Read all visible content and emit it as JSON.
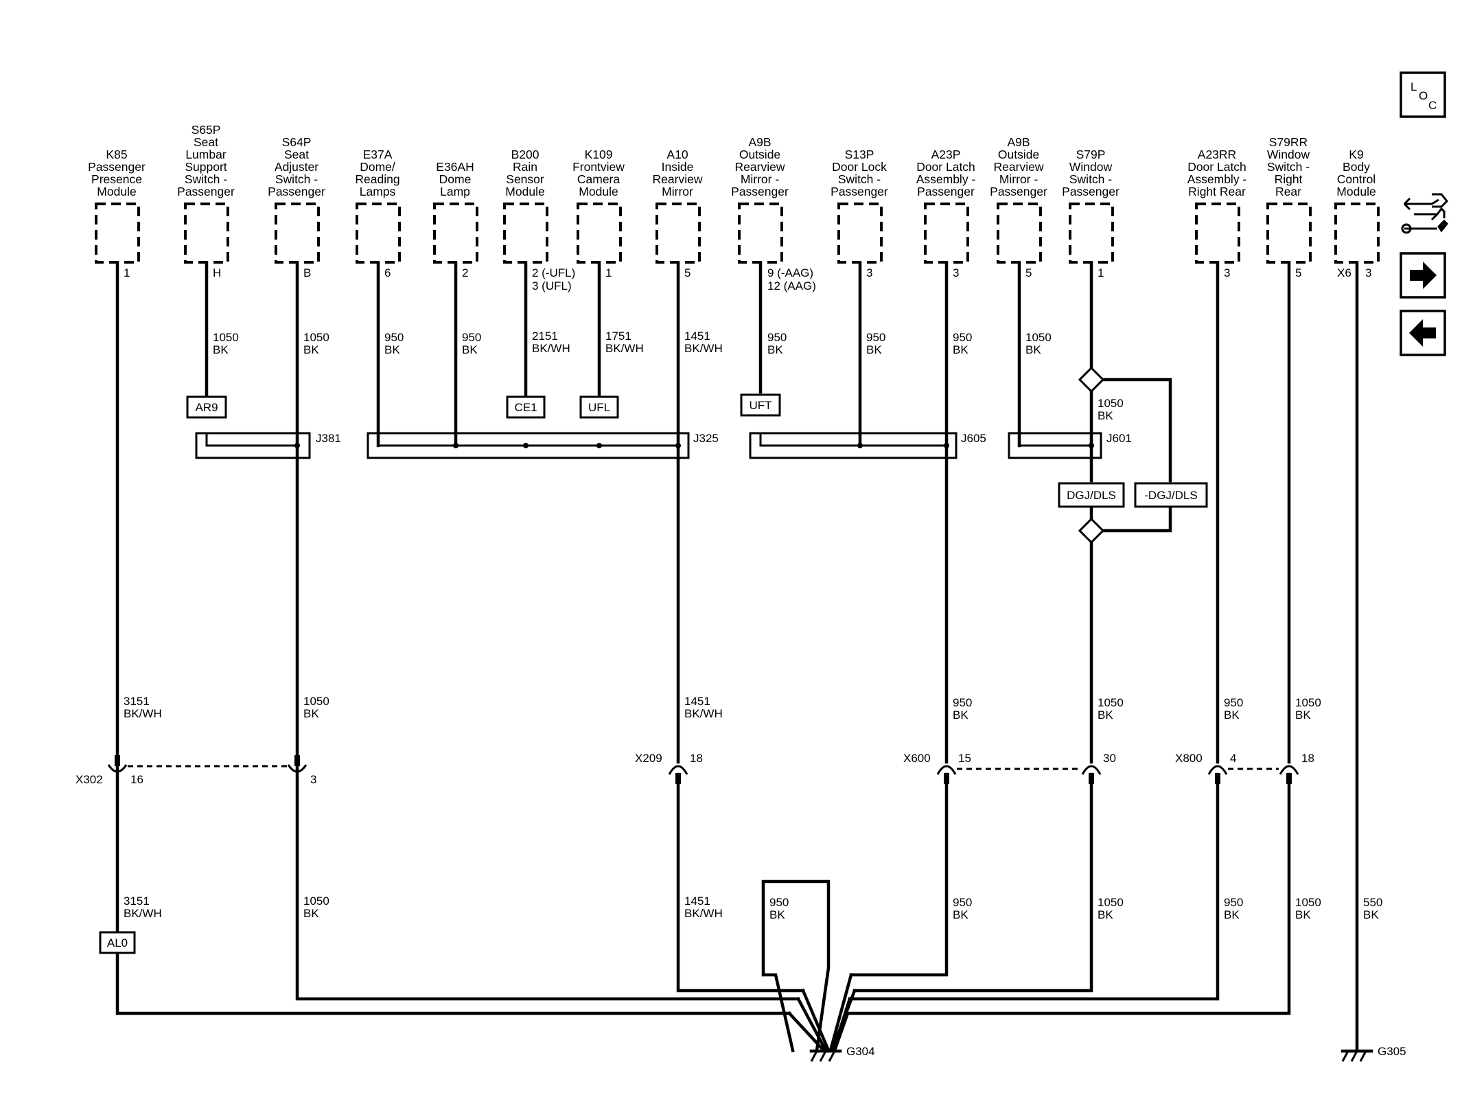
{
  "components": [
    {
      "id": "K85",
      "lines": [
        "K85",
        "Passenger",
        "Presence",
        "Module"
      ],
      "pin": "1"
    },
    {
      "id": "S65P",
      "lines": [
        "S65P",
        "Seat",
        "Lumbar",
        "Support",
        "Switch -",
        "Passenger"
      ],
      "pin": "H"
    },
    {
      "id": "S64P",
      "lines": [
        "S64P",
        "Seat",
        "Adjuster",
        "Switch -",
        "Passenger"
      ],
      "pin": "B"
    },
    {
      "id": "E37A",
      "lines": [
        "E37A",
        "Dome/",
        "Reading",
        "Lamps"
      ],
      "pin": "6"
    },
    {
      "id": "E36AH",
      "lines": [
        "E36AH",
        "Dome",
        "Lamp"
      ],
      "pin": "2"
    },
    {
      "id": "B200",
      "lines": [
        "B200",
        "Rain",
        "Sensor",
        "Module"
      ],
      "pin": "2 (-UFL)",
      "pin2": "3 (UFL)"
    },
    {
      "id": "K109",
      "lines": [
        "K109",
        "Frontview",
        "Camera",
        "Module"
      ],
      "pin": "1"
    },
    {
      "id": "A10",
      "lines": [
        "A10",
        "Inside",
        "Rearview",
        "Mirror"
      ],
      "pin": "5"
    },
    {
      "id": "A9B-1",
      "lines": [
        "A9B",
        "Outside",
        "Rearview",
        "Mirror -",
        "Passenger"
      ],
      "pin": "9 (-AAG)",
      "pin2": "12 (AAG)"
    },
    {
      "id": "S13P",
      "lines": [
        "S13P",
        "Door Lock",
        "Switch -",
        "Passenger"
      ],
      "pin": "3"
    },
    {
      "id": "A23P",
      "lines": [
        "A23P",
        "Door Latch",
        "Assembly -",
        "Passenger"
      ],
      "pin": "3"
    },
    {
      "id": "A9B-2",
      "lines": [
        "A9B",
        "Outside",
        "Rearview",
        "Mirror -",
        "Passenger"
      ],
      "pin": "5"
    },
    {
      "id": "S79P",
      "lines": [
        "S79P",
        "Window",
        "Switch -",
        "Passenger"
      ],
      "pin": "1"
    },
    {
      "id": "A23RR",
      "lines": [
        "A23RR",
        "Door Latch",
        "Assembly -",
        "Right Rear"
      ],
      "pin": "3"
    },
    {
      "id": "S79RR",
      "lines": [
        "S79RR",
        "Window",
        "Switch -",
        "Right",
        "Rear"
      ],
      "pin": "5"
    },
    {
      "id": "K9",
      "lines": [
        "K9",
        "Body",
        "Control",
        "Module"
      ],
      "pin": "3",
      "connector": "X6"
    }
  ],
  "upper_wires": [
    {
      "size": "1050",
      "color": "BK"
    },
    {
      "size": "1050",
      "color": "BK"
    },
    {
      "size": "950",
      "color": "BK"
    },
    {
      "size": "950",
      "color": "BK"
    },
    {
      "size": "2151",
      "color": "BK/WH"
    },
    {
      "size": "1751",
      "color": "BK/WH"
    },
    {
      "size": "1451",
      "color": "BK/WH"
    },
    {
      "size": "950",
      "color": "BK"
    },
    {
      "size": "950",
      "color": "BK"
    },
    {
      "size": "950",
      "color": "BK"
    },
    {
      "size": "1050",
      "color": "BK"
    }
  ],
  "options": [
    "AR9",
    "CE1",
    "UFL",
    "UFT",
    "AL0",
    "DGJ/DLS",
    "-DGJ/DLS"
  ],
  "splices": [
    "J381",
    "J325",
    "J605",
    "J601"
  ],
  "s79p_wire": {
    "size": "1050",
    "color": "BK"
  },
  "mid_wires": [
    {
      "size": "3151",
      "color": "BK/WH"
    },
    {
      "size": "1050",
      "color": "BK"
    },
    {
      "size": "1451",
      "color": "BK/WH"
    },
    {
      "size": "950",
      "color": "BK"
    },
    {
      "size": "1050",
      "color": "BK"
    },
    {
      "size": "950",
      "color": "BK"
    },
    {
      "size": "1050",
      "color": "BK"
    }
  ],
  "connectors": {
    "x302": {
      "name": "X302",
      "pin_a": "16",
      "pin_b": "3"
    },
    "x209": {
      "name": "X209",
      "pin": "18"
    },
    "x600": {
      "name": "X600",
      "pin_a": "15",
      "pin_b": "30"
    },
    "x800": {
      "name": "X800",
      "pin_a": "4",
      "pin_b": "18"
    }
  },
  "lower_wires": [
    {
      "size": "3151",
      "color": "BK/WH"
    },
    {
      "size": "1050",
      "color": "BK"
    },
    {
      "size": "1451",
      "color": "BK/WH"
    },
    {
      "size": "950",
      "color": "BK"
    },
    {
      "size": "950",
      "color": "BK"
    },
    {
      "size": "1050",
      "color": "BK"
    },
    {
      "size": "950",
      "color": "BK"
    },
    {
      "size": "1050",
      "color": "BK"
    },
    {
      "size": "550",
      "color": "BK"
    }
  ],
  "grounds": [
    "G304",
    "G305"
  ],
  "nav": {
    "loc": [
      "L",
      "O",
      "C"
    ]
  }
}
